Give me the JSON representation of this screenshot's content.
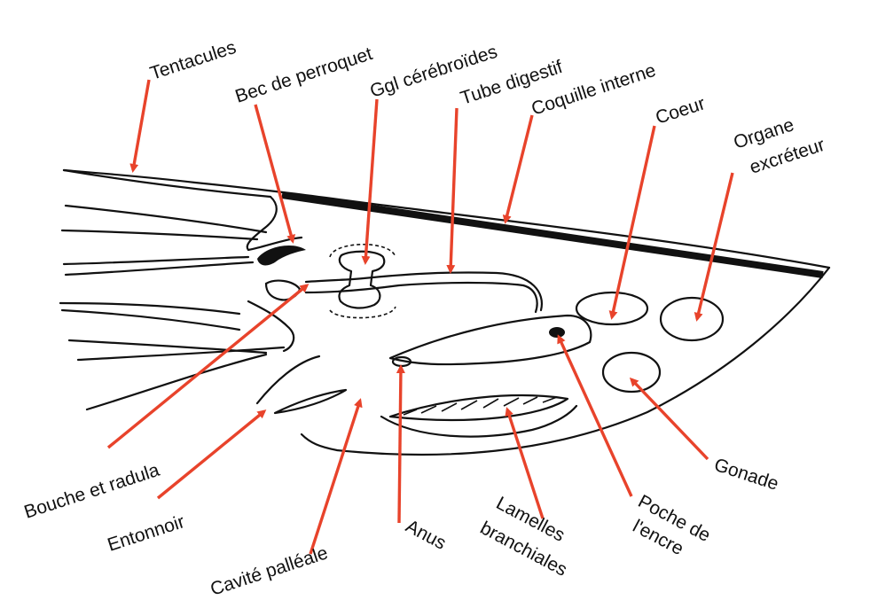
{
  "colors": {
    "arrow": "#e8432b",
    "ink": "#111111",
    "background": "#ffffff"
  },
  "labels": {
    "tentacules": "Tentacules",
    "bec": "Bec de perroquet",
    "ggl": "Ggl cérébroïdes",
    "tube": "Tube digestif",
    "coquille": "Coquille interne",
    "coeur": "Coeur",
    "organe_1": "Organe",
    "organe_2": "excréteur",
    "bouche": "Bouche et radula",
    "entonnoir": "Entonnoir",
    "cavite": "Cavité palléale",
    "anus": "Anus",
    "lamelles_1": "Lamelles",
    "lamelles_2": "branchiales",
    "poche_1": "Poche de",
    "poche_2": "l'encre",
    "gonade": "Gonade"
  }
}
